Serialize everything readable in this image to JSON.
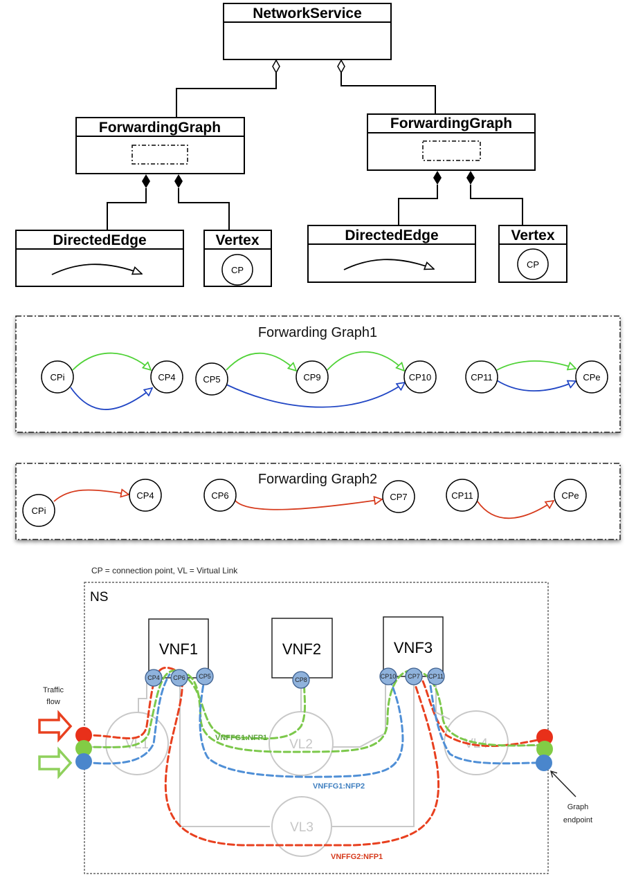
{
  "uml": {
    "network_service": "NetworkService",
    "forwarding_graph_left": "ForwardingGraph",
    "forwarding_graph_right": "ForwardingGraph",
    "directed_edge_left": "DirectedEdge",
    "directed_edge_right": "DirectedEdge",
    "vertex_left": "Vertex",
    "vertex_right": "Vertex",
    "vertex_cp_left": "CP",
    "vertex_cp_right": "CP"
  },
  "fg1": {
    "title": "Forwarding Graph1",
    "nodes": {
      "cpi": "CPi",
      "cp4": "CP4",
      "cp5": "CP5",
      "cp9": "CP9",
      "cp10": "CP10",
      "cp11": "CP11",
      "cpe": "CPe"
    }
  },
  "fg2": {
    "title": "Forwarding Graph2",
    "nodes": {
      "cpi": "CPi",
      "cp4": "CP4",
      "cp6": "CP6",
      "cp7": "CP7",
      "cp11": "CP11",
      "cpe": "CPe"
    }
  },
  "ns": {
    "legend": "CP = connection point, VL = Virtual Link",
    "label": "NS",
    "vnf1": "VNF1",
    "vnf2": "VNF2",
    "vnf3": "VNF3",
    "vl1": "VL1",
    "vl2": "VL2",
    "vl3": "VL3",
    "vl4": "VL4",
    "cp4": "CP4",
    "cp6": "CP6",
    "cp5": "CP5",
    "cp8": "CP8",
    "cp10": "CP10",
    "cp7": "CP7",
    "cp11": "CP11",
    "traffic_flow_line1": "Traffic",
    "traffic_flow_line2": "flow",
    "graph_endpoint_line1": "Graph",
    "graph_endpoint_line2": "endpoint",
    "flow_green": "VNFFG1:NFP1",
    "flow_blue": "VNFFG1:NFP2",
    "flow_red": "VNFFG2:NFP1"
  },
  "colors": {
    "green": "#4fd236",
    "blue": "#2146c4",
    "red": "#d63a1c",
    "cp_fill": "#8fb2dc",
    "vl_gray": "#c8c8c8"
  }
}
